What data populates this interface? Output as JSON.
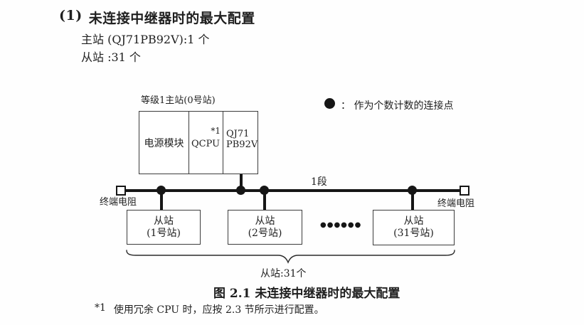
{
  "section": {
    "number": "(1)",
    "title": "未连接中继器时的最大配置",
    "spec_master": "主站 (QJ71PB92V):1 个",
    "spec_slave": "从站 :31 个"
  },
  "legend": {
    "symbol_name": "connection-point",
    "text": "：  作为个数计数的连接点"
  },
  "diagram": {
    "master": {
      "label": "等级1主站(0号站)",
      "module_power": "电源模块",
      "module_cpu": "QCPU",
      "module_cpu_note": "*1",
      "module_pb_line1": "QJ71",
      "module_pb_line2": "PB92V"
    },
    "segment_label": "1段",
    "terminator_left": "终端电阻",
    "terminator_right": "终端电阻",
    "slaves": [
      {
        "line1": "从站",
        "line2": "(1号站)"
      },
      {
        "line1": "从站",
        "line2": "(2号站)"
      },
      {
        "line1": "从站",
        "line2": "(31号站)"
      }
    ],
    "ellipsis": "●●●●●●",
    "brace_label": "从站:31个"
  },
  "caption": "图 2.1 未连接中继器时的最大配置",
  "footnote": {
    "marker": "*1",
    "text": "使用冗余 CPU 时，应按 2.3 节所示进行配置。"
  },
  "colors": {
    "ink": "#1f1f1f",
    "line": "#161616",
    "background": "#fefefe"
  }
}
